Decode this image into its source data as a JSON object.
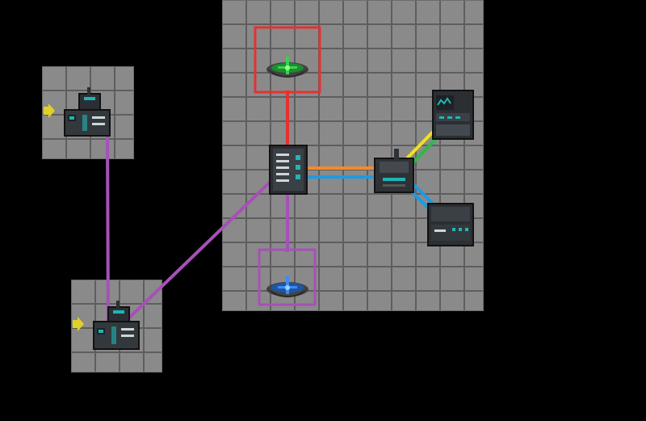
{
  "scene": {
    "background": "#000000",
    "floor_color": "#8a8a8a",
    "grid_line_color": "#5e5e5e"
  },
  "devices": [
    {
      "id": "dish-green",
      "kind": "satellite-dish",
      "color": "#22c53a",
      "selected": true,
      "selection_color": "#e53131"
    },
    {
      "id": "dish-blue",
      "kind": "satellite-dish",
      "color": "#2a7de0",
      "selected": true,
      "selection_color": "#a750b8"
    },
    {
      "id": "network-hub",
      "kind": "network-switch"
    },
    {
      "id": "router",
      "kind": "router"
    },
    {
      "id": "server-top",
      "kind": "server-terminal"
    },
    {
      "id": "server-bottom",
      "kind": "server-rack"
    },
    {
      "id": "computer-left-top",
      "kind": "computer"
    },
    {
      "id": "computer-left-bottom",
      "kind": "computer"
    }
  ],
  "connections": [
    {
      "from": "dish-green",
      "to": "network-hub",
      "color": "#e53131"
    },
    {
      "from": "dish-blue",
      "to": "network-hub",
      "color": "#a750b8"
    },
    {
      "from": "network-hub",
      "to": "router",
      "color": "#f58a2a"
    },
    {
      "from": "network-hub",
      "to": "router",
      "color": "#1f9ae0"
    },
    {
      "from": "router",
      "to": "server-top",
      "color": "#f0e020"
    },
    {
      "from": "router",
      "to": "server-top",
      "color": "#2fb84a"
    },
    {
      "from": "router",
      "to": "server-bottom",
      "color": "#1f9ae0"
    },
    {
      "from": "computer-left-top",
      "to": "computer-left-bottom",
      "color": "#a750b8"
    },
    {
      "from": "computer-left-bottom",
      "to": "network-hub",
      "color": "#a750b8"
    }
  ],
  "input_arrows": [
    {
      "id": "arrow-left-top",
      "color": "#e0d02a"
    },
    {
      "id": "arrow-left-bottom",
      "color": "#e0d02a"
    }
  ]
}
